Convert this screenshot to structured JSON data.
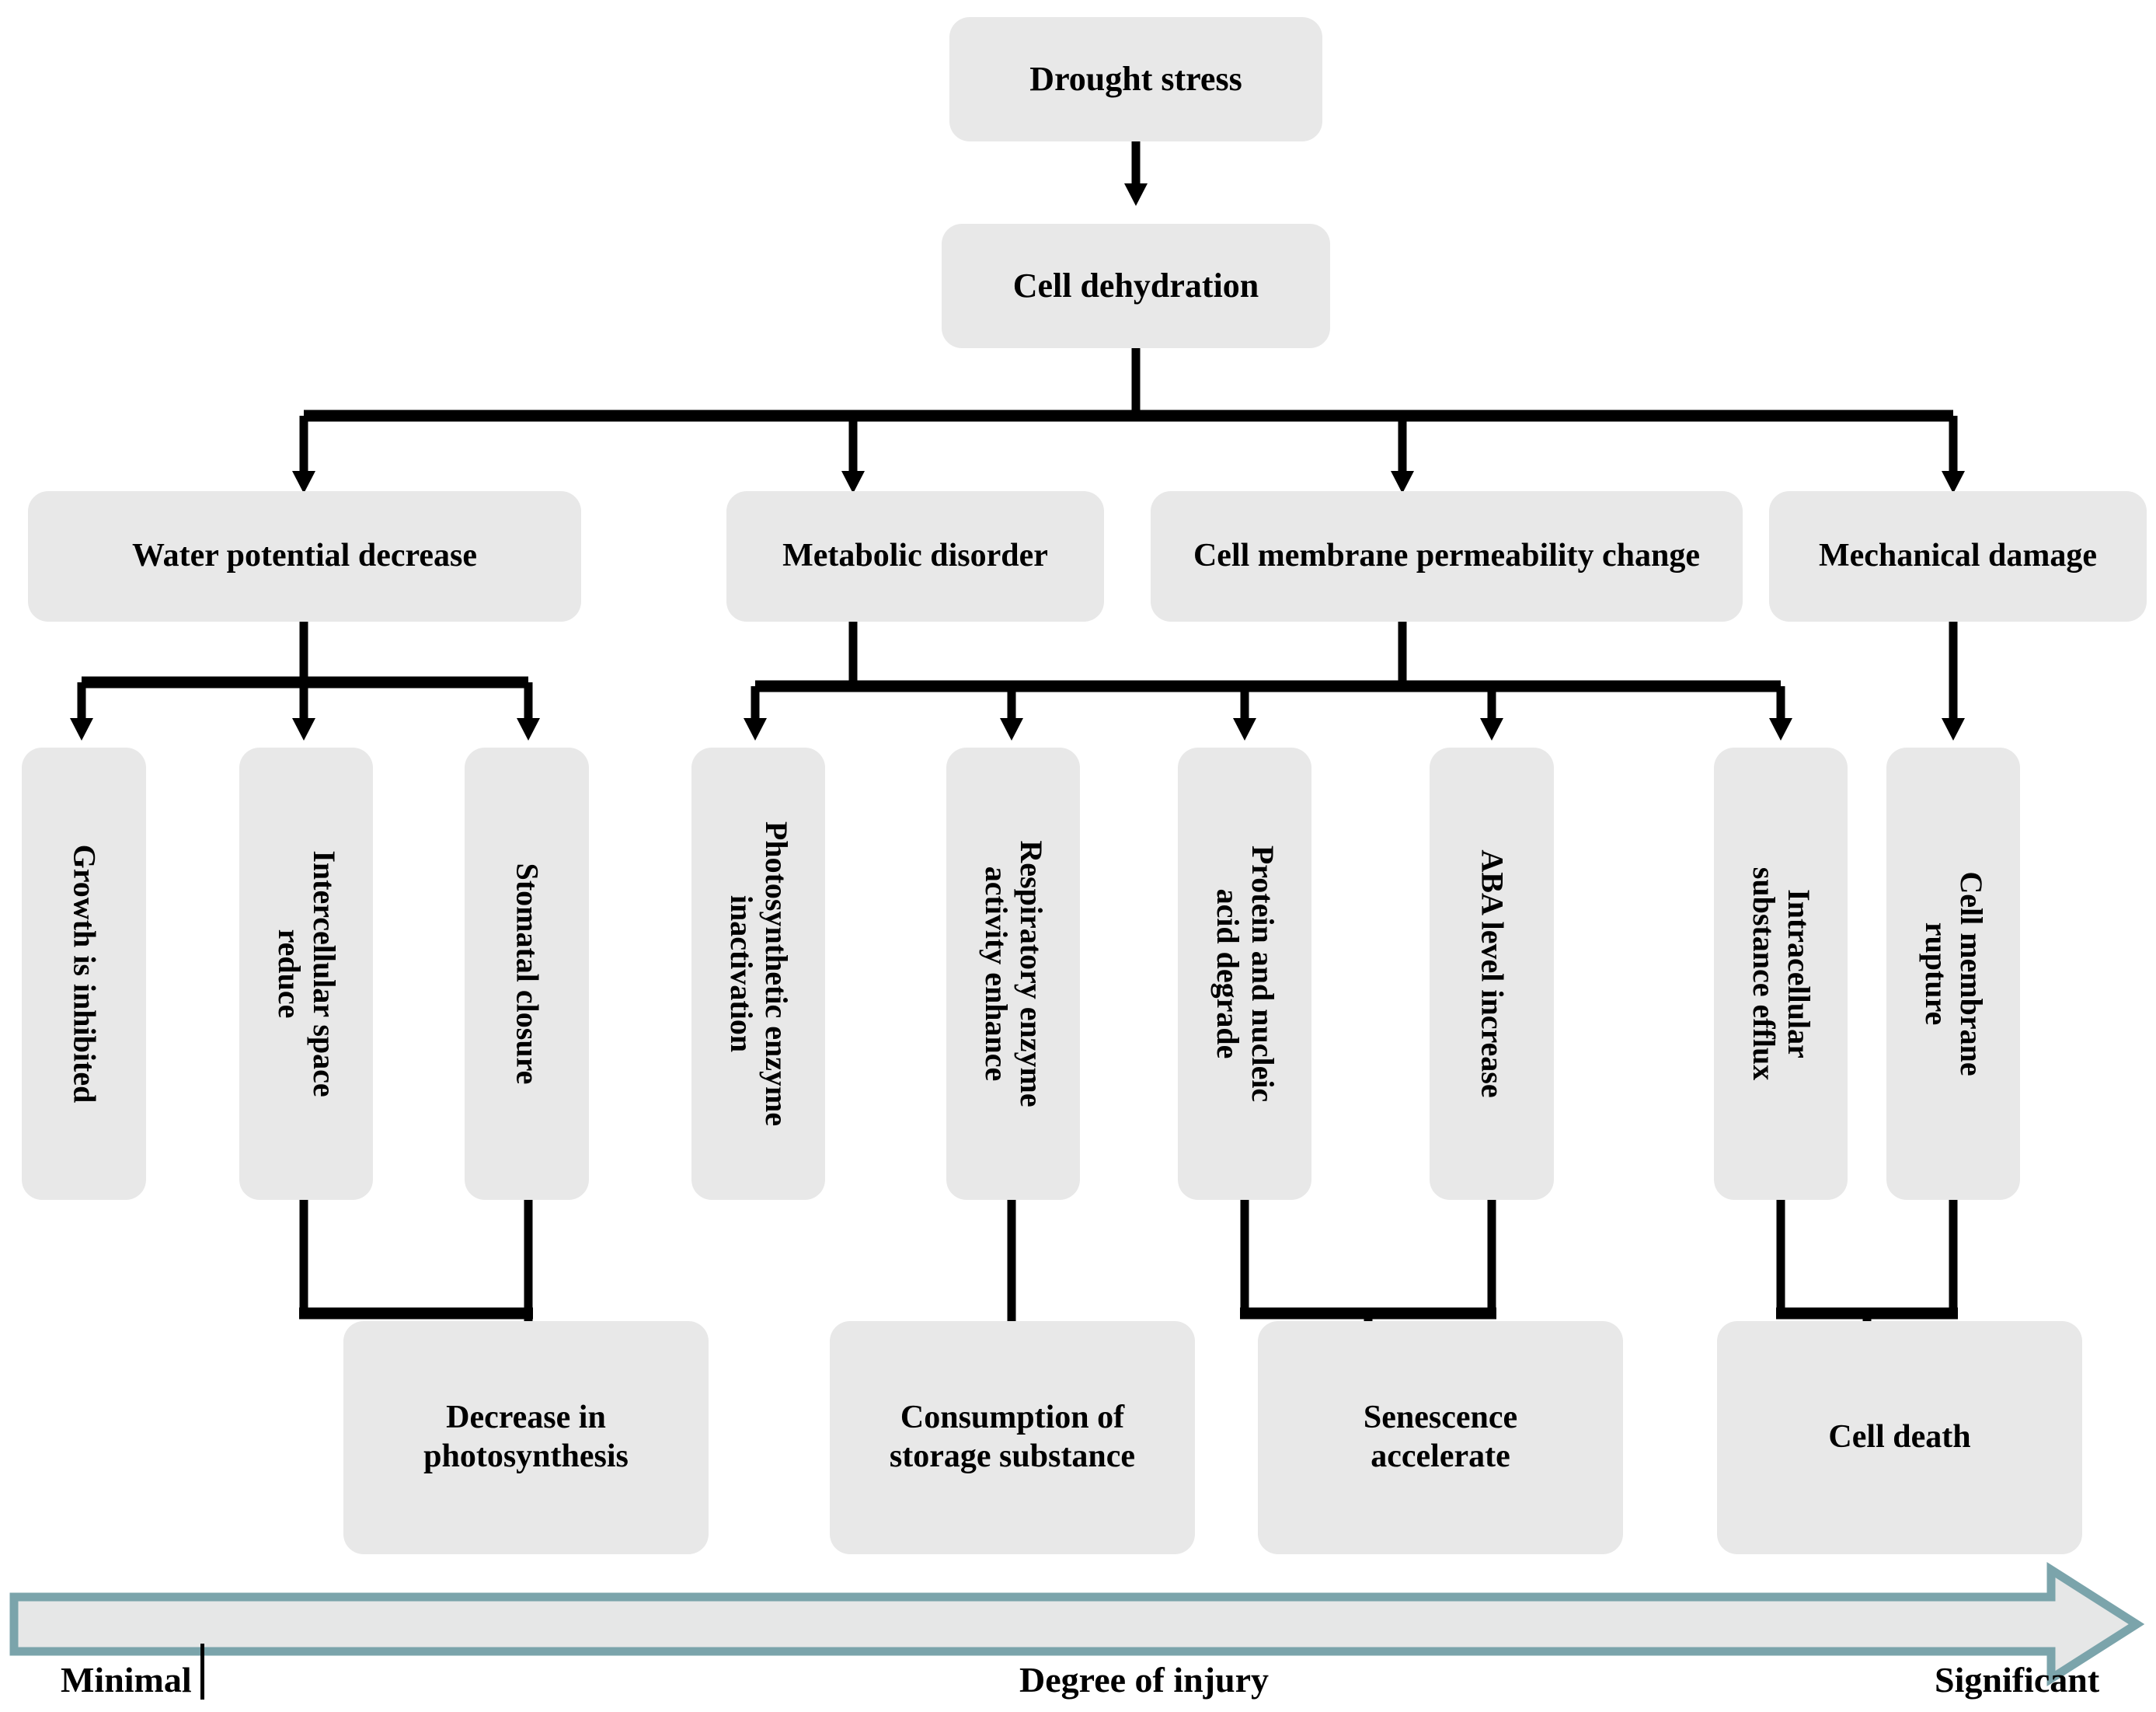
{
  "diagram": {
    "title_node": "Drought stress",
    "colors": {
      "node_fill": "#e8e8e8",
      "connector": "#000000",
      "axis_arrow_stroke": "#7ba4ab",
      "axis_arrow_fill": "#e6e7e7",
      "text": "#000000"
    },
    "level1": {
      "label": "Drought stress"
    },
    "level2": {
      "label": "Cell dehydration"
    },
    "level3": [
      {
        "label": "Water potential decrease"
      },
      {
        "label": "Metabolic disorder"
      },
      {
        "label": "Cell membrane permeability change"
      },
      {
        "label": "Mechanical damage"
      }
    ],
    "level4": [
      {
        "label": "Growth is inhibited"
      },
      {
        "label": "Intercellular space reduce"
      },
      {
        "label": "Stomatal closure"
      },
      {
        "label": "Photosynthetic enzyme inactivation"
      },
      {
        "label": "Respiratory enzyme activity enhance"
      },
      {
        "label": "Protein and nucleic acid degrade"
      },
      {
        "label": "ABA level increase"
      },
      {
        "label": "Intracellular substance efflux"
      },
      {
        "label": "Cell membrane rupture"
      }
    ],
    "level5": [
      {
        "label": "Decrease in photosynthesis"
      },
      {
        "label": "Consumption of storage substance"
      },
      {
        "label": "Senescence accelerate"
      },
      {
        "label": "Cell death"
      }
    ],
    "axis": {
      "left_label": "Minimal",
      "center_label": "Degree of injury",
      "right_label": "Significant"
    }
  }
}
